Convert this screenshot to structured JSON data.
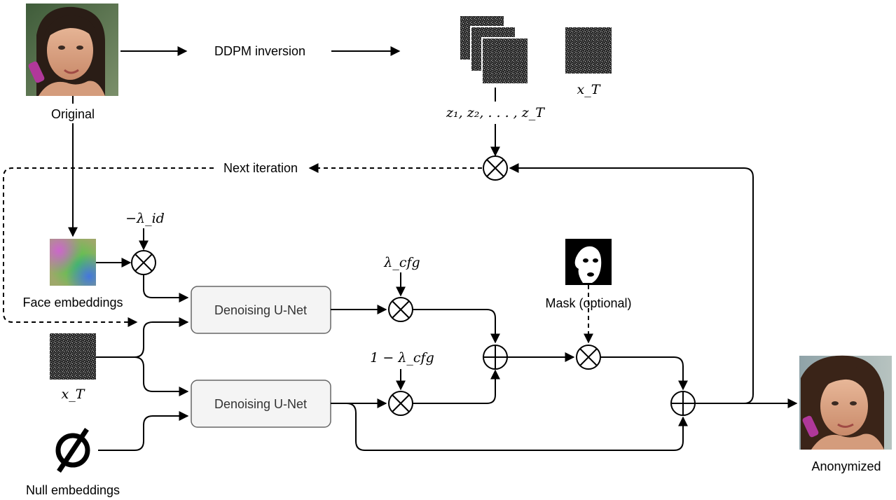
{
  "labels": {
    "original": "Original",
    "ddpm_inversion": "DDPM inversion",
    "next_iteration": "Next iteration",
    "face_embeddings": "Face embeddings",
    "null_embeddings": "Null embeddings",
    "mask_optional": "Mask (optional)",
    "anonymized": "Anonymized",
    "unet_top": "Denoising U-Net",
    "unet_bottom": "Denoising U-Net",
    "null_symbol": "∅"
  },
  "math": {
    "z_sequence": "z₁, z₂, . . . , z_T",
    "x_T_top": "x_T",
    "x_T_left": "x_T",
    "neg_lambda_id": "−λ_id",
    "lambda_cfg": "λ_cfg",
    "one_minus_lambda_cfg": "1 − λ_cfg"
  },
  "colors": {
    "line": "#000000",
    "unet_fill": "#f4f4f4",
    "unet_stroke": "#666666",
    "noise_dark": "#2a2a2a"
  },
  "icons": {
    "multiply_op": "circle-times",
    "add_op": "circle-plus",
    "null_set": "empty-set"
  }
}
